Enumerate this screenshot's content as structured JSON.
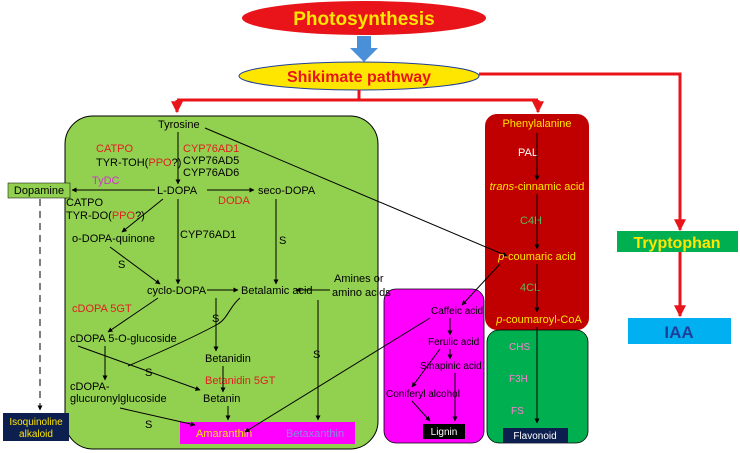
{
  "colors": {
    "red": "#e8141a",
    "yellow": "#ffe600",
    "green_panel": "#92d050",
    "dark_red": "#c00000",
    "teal_green": "#00b050",
    "magenta": "#ff00ff",
    "navy": "#0c1f4e",
    "cyan": "#00b0f0",
    "enzyme_red": "#e02020",
    "enzyme_purple": "#cc33cc",
    "enzyme_green": "#5cb85c",
    "yellow_text": "#ffe600",
    "pink": "#ff7fd0",
    "blue_arrow": "#4a90d9"
  },
  "top": {
    "photosynthesis": "Photosynthesis",
    "shikimate": "Shikimate pathway"
  },
  "betalain": {
    "tyrosine": "Tyrosine",
    "catpo_top": "CATPO",
    "tyr_toh_prefix": "TYR-TOH(",
    "ppo": "PPO",
    "tyr_toh_suffix": "?)",
    "cyp76ad1": "CYP76AD1",
    "cyp76ad5": "CYP76AD5",
    "cyp76ad6": "CYP76AD6",
    "tydc": "TyDC",
    "dopamine": "Dopamine",
    "l_dopa": "L-DOPA",
    "seco_dopa": "seco-DOPA",
    "doda": "DODA",
    "catpo_mid": "CATPO",
    "tyr_do_prefix": "TYR-DO(",
    "tyr_do_suffix": "?)",
    "o_dopa_quinone": "o-DOPA-quinone",
    "cyp76ad1_b": "CYP76AD1",
    "s": "S",
    "cyclo_dopa": "cyclo-DOPA",
    "betalamic_acid": "Betalamic acid",
    "amines_1": "Amines or",
    "amines_2": "amino acids",
    "cdopa_5gt": "cDOPA 5GT",
    "cdopa_5o": "cDOPA 5-O-glucoside",
    "betanidin": "Betanidin",
    "betanidin_5gt": "Betanidin 5GT",
    "cdopa_gluc_1": "cDOPA-",
    "cdopa_gluc_2": "glucuronylglucoside",
    "betanin": "Betanin",
    "amaranthin": "Amaranthin",
    "betaxanthin": "Betaxanthin",
    "isoquinoline_1": "Isoquinoline",
    "isoquinoline_2": "alkaloid"
  },
  "phenyl": {
    "phenylalanine": "Phenylalanine",
    "pal": "PAL",
    "trans": "trans",
    "cinnamic": "-cinnamic acid",
    "c4h": "C4H",
    "p": "p",
    "coumaric": "-coumaric acid",
    "fourcl": "4CL",
    "coumaroyl": "-coumaroyl-CoA"
  },
  "lignin": {
    "caffeic": "Caffeic acid",
    "ferulic": "Ferulic acid",
    "sinapinic": "Sinapinic acid",
    "coniferyl": "Coniferyl alcohol",
    "lignin": "Lignin"
  },
  "flavonoid": {
    "chs": "CHS",
    "f3h": "F3H",
    "fs": "FS",
    "flavonoid": "Flavonoid"
  },
  "tryptophan": {
    "tryptophan": "Tryptophan",
    "iaa": "IAA"
  }
}
